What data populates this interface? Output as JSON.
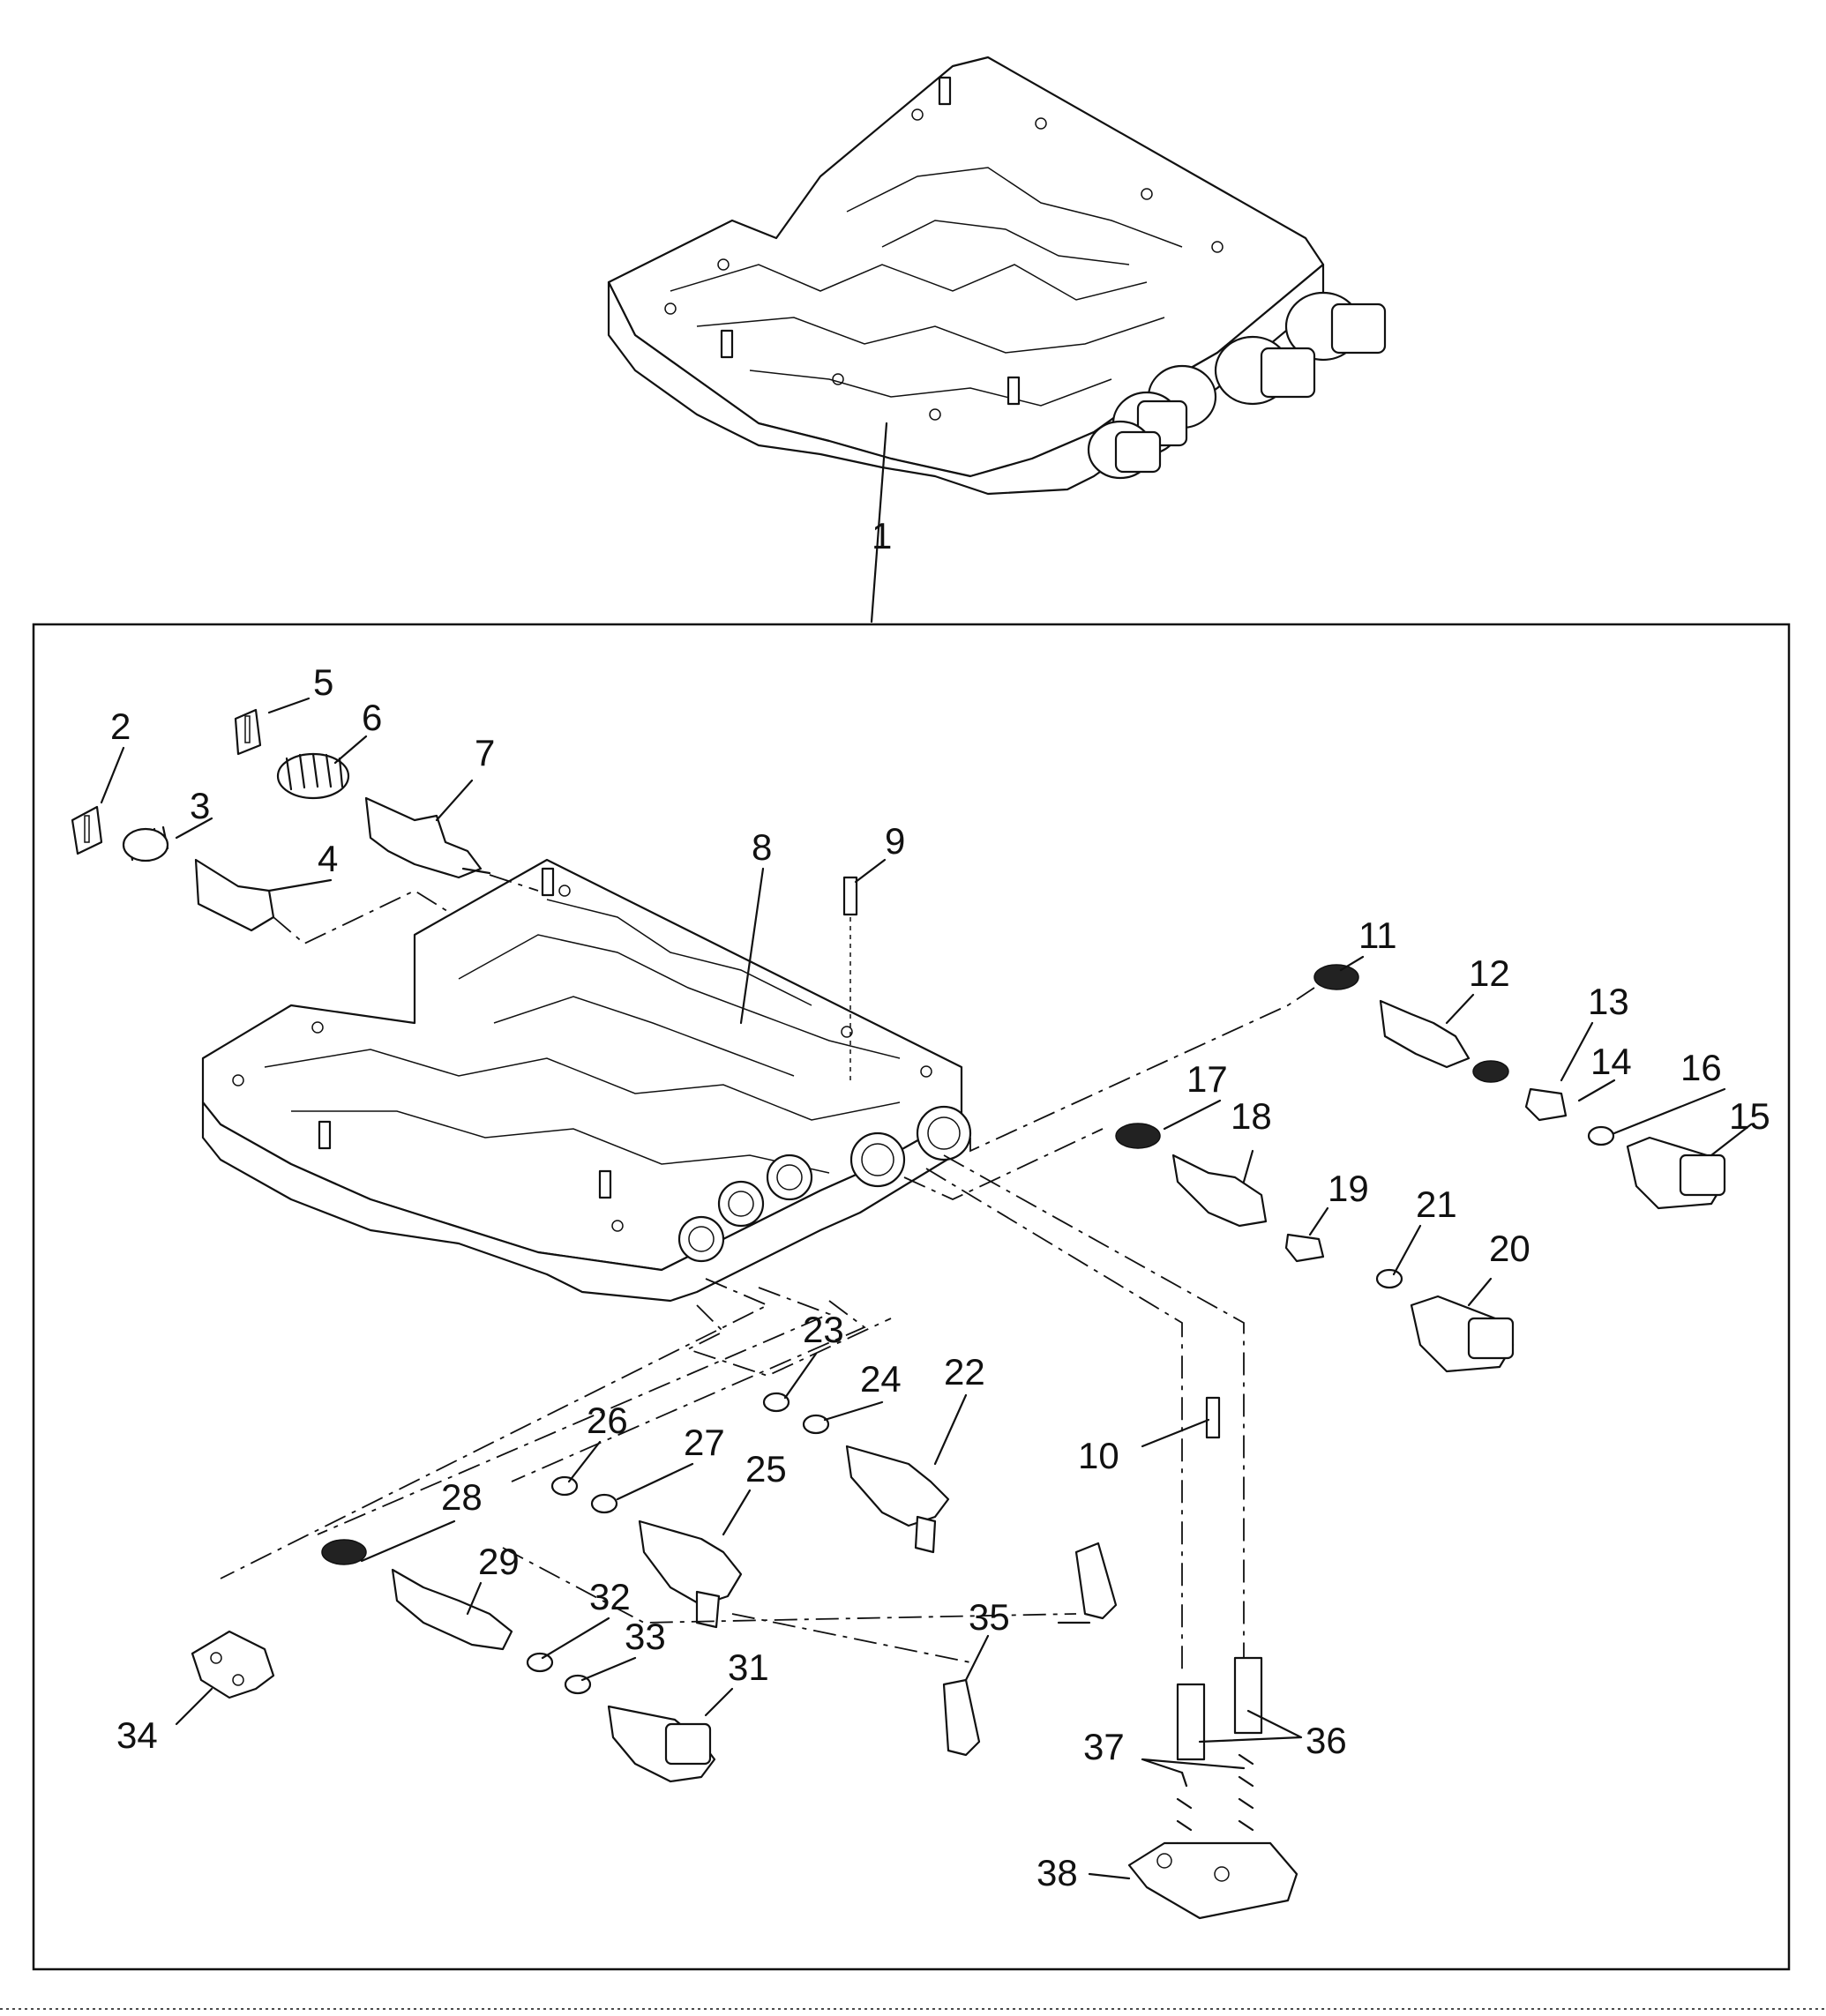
{
  "callouts": [
    "1",
    "2",
    "3",
    "4",
    "5",
    "6",
    "7",
    "8",
    "9",
    "10",
    "11",
    "12",
    "13",
    "14",
    "15",
    "16",
    "17",
    "18",
    "19",
    "20",
    "21",
    "22",
    "23",
    "24",
    "25",
    "26",
    "27",
    "28",
    "29",
    "31",
    "32",
    "33",
    "34",
    "35",
    "36",
    "37",
    "38"
  ]
}
